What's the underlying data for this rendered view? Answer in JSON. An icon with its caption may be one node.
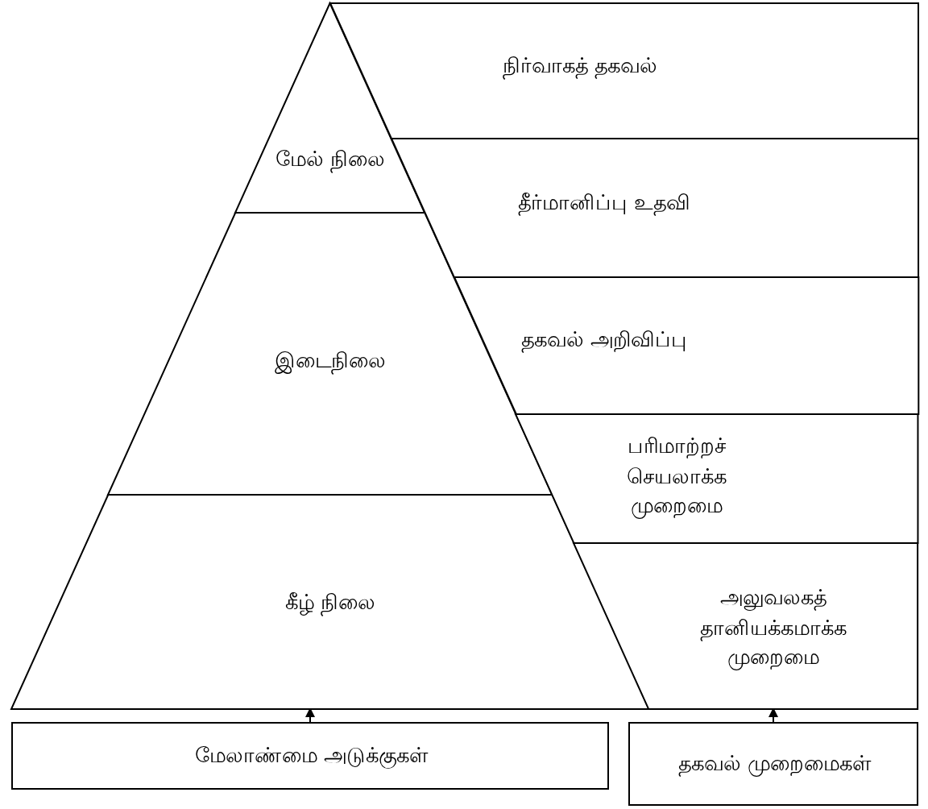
{
  "diagram": {
    "nodes": [
      {
        "text": [
          "மேல் நிலை"
        ]
      },
      {
        "text": [
          "இடைநிலை"
        ]
      },
      {
        "text": [
          "கீழ் நிலை"
        ]
      },
      {
        "text": [
          "நிர்வாகத் தகவல்"
        ]
      },
      {
        "text": [
          "தீர்மானிப்பு உதவி"
        ]
      },
      {
        "text": [
          "தகவல் அறிவிப்பு"
        ]
      },
      {
        "text": [
          "பரிமாற்றச் செயலாக்க முறைமை"
        ]
      },
      {
        "text": [
          "அலுவலகத் தானியக்கமாக்க முறைமை"
        ]
      },
      {
        "text": [
          "மேலாண்மை அடுக்குகள்"
        ]
      },
      {
        "text": [
          "தகவல் முறைமைகள்"
        ]
      }
    ],
    "edges": [
      {
        "from": 8,
        "to": 2,
        "arrow": "to"
      },
      {
        "from": 9,
        "to": 7,
        "arrow": "to"
      }
    ]
  }
}
